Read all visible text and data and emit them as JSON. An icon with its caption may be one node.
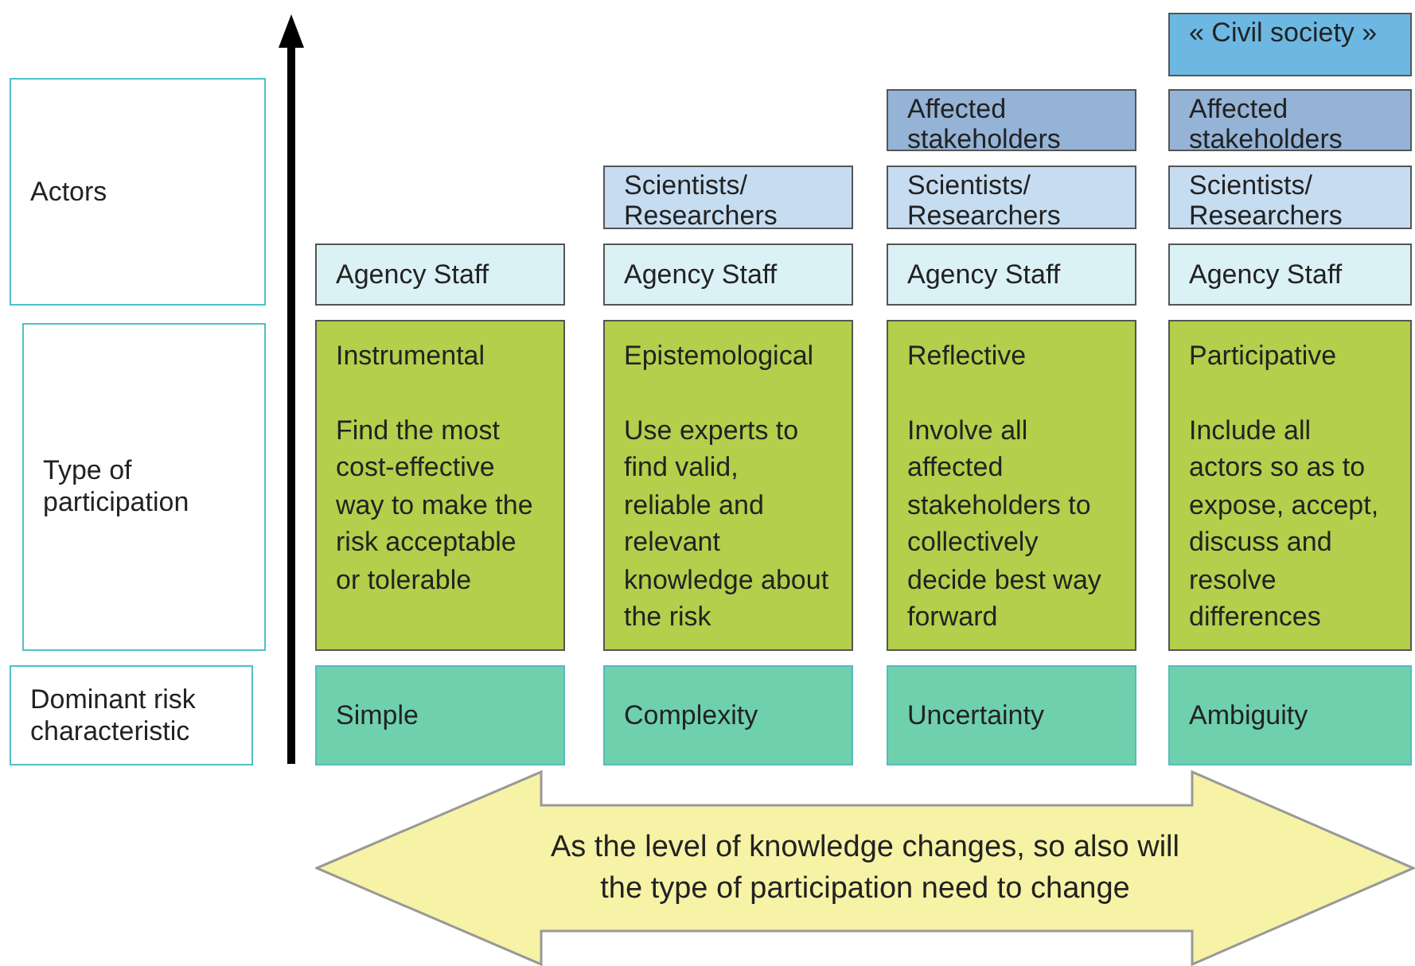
{
  "diagram": {
    "nodes": [
      {
        "text": [
          "« Civil society »"
        ]
      },
      {
        "text": [
          "Affected stakeholders"
        ]
      },
      {
        "text": [
          "Affected stakeholders"
        ]
      },
      {
        "text": [
          "Actors"
        ]
      },
      {
        "text": [
          "Scientists/ Researchers"
        ]
      },
      {
        "text": [
          "Scientists/ Researchers"
        ]
      },
      {
        "text": [
          "Scientists/ Researchers"
        ]
      },
      {
        "text": [
          "Agency Staff"
        ]
      },
      {
        "text": [
          "Agency Staff"
        ]
      },
      {
        "text": [
          "Agency Staff"
        ]
      },
      {
        "text": [
          "Agency Staff"
        ]
      },
      {
        "text": [
          "Type of participation"
        ]
      },
      {
        "text": [
          "Instrumental",
          "Find the most cost-effective way to make the risk acceptable or tolerable"
        ]
      },
      {
        "text": [
          "Epistemological",
          "Use experts to find valid, reliable and relevant knowledge about the risk"
        ]
      },
      {
        "text": [
          "Reflective",
          "Involve all affected stakeholders to collectively decide best way forward"
        ]
      },
      {
        "text": [
          "Participative",
          "Include all actors so as to expose, accept, discuss and resolve differences"
        ]
      },
      {
        "text": [
          "Dominant risk characteristic"
        ]
      },
      {
        "text": [
          "Simple"
        ]
      },
      {
        "text": [
          "Complexity"
        ]
      },
      {
        "text": [
          "Uncertainty"
        ]
      },
      {
        "text": [
          "Ambiguity"
        ]
      },
      {
        "text": [
          "As the level of knowledge changes, so also will the type of participation need to change"
        ]
      }
    ]
  }
}
